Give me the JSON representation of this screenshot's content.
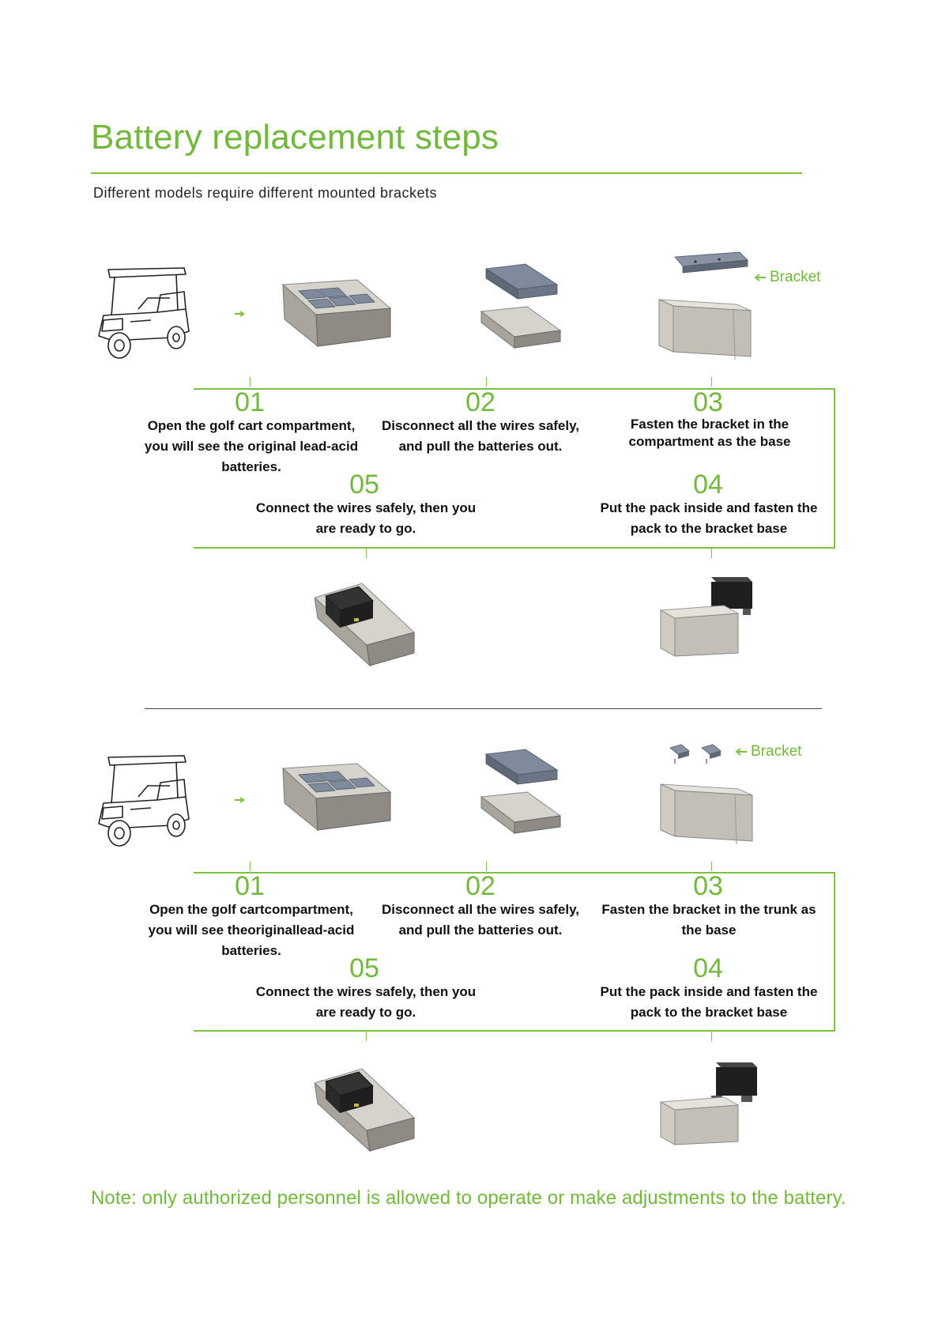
{
  "header": {
    "title": "Battery replacement steps",
    "subtitle": "Different models require different mounted brackets"
  },
  "sections": [
    {
      "bracket_label": "Bracket",
      "steps": [
        {
          "num": "01",
          "text": "Open the golf cart compartment, you will see the original lead-acid batteries."
        },
        {
          "num": "02",
          "text": "Disconnect all the wires safely, and pull the batteries out."
        },
        {
          "num": "03",
          "text": "Fasten the bracket in the compartment as the base"
        },
        {
          "num": "04",
          "text": "Put the pack inside and fasten the pack to the bracket base"
        },
        {
          "num": "05",
          "text": "Connect the wires safely, then you are ready to go."
        }
      ]
    },
    {
      "bracket_label": "Bracket",
      "steps": [
        {
          "num": "01",
          "text": "Open the golf cartcompartment, you will see theoriginallead-acid batteries."
        },
        {
          "num": "02",
          "text": "Disconnect all the wires safely, and pull the batteries out."
        },
        {
          "num": "03",
          "text": "Fasten the bracket in the trunk as the base"
        },
        {
          "num": "04",
          "text": "Put the pack inside and fasten the pack to the bracket base"
        },
        {
          "num": "05",
          "text": "Connect the wires safely, then you are ready to go."
        }
      ]
    }
  ],
  "footer": {
    "note": "Note: only authorized personnel is allowed to operate or make adjustments to the battery."
  },
  "colors": {
    "accent": "#7cc242",
    "box_gray": "#b7b3aa",
    "battery_blue": "#7f8a9c",
    "pack_black": "#1f1f1f"
  },
  "icons": [
    "golf-cart-icon",
    "arrow-right-icon",
    "arrow-left-icon",
    "battery-box-icon",
    "bracket-icon",
    "lithium-pack-icon"
  ]
}
